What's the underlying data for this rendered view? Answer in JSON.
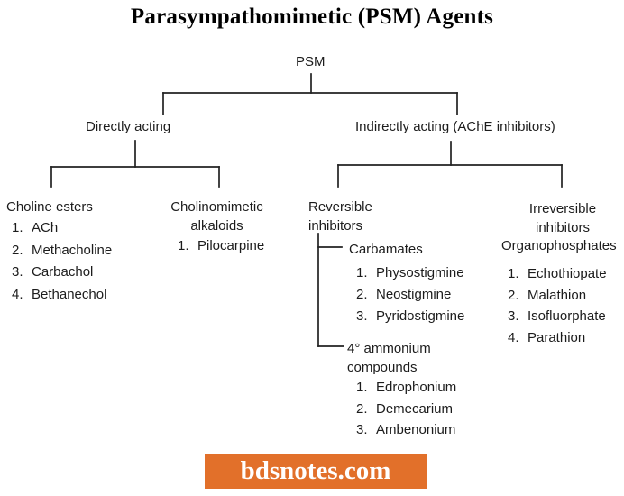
{
  "title": "Parasympathomimetic (PSM) Agents",
  "diagram": {
    "root": "PSM",
    "directly_acting": {
      "label": "Directly acting",
      "choline_esters": {
        "heading": "Choline esters",
        "items": [
          {
            "n": "1.",
            "name": "ACh"
          },
          {
            "n": "2.",
            "name": "Methacholine"
          },
          {
            "n": "3.",
            "name": "Carbachol"
          },
          {
            "n": "4.",
            "name": "Bethanechol"
          }
        ]
      },
      "cholinomimetic_alkaloids": {
        "heading": "Cholinomimetic alkaloids",
        "items": [
          {
            "n": "1.",
            "name": "Pilocarpine"
          }
        ]
      }
    },
    "indirectly_acting": {
      "label": "Indirectly acting (AChE inhibitors)",
      "reversible": {
        "heading": "Reversible inhibitors",
        "carbamates": {
          "heading": "Carbamates",
          "items": [
            {
              "n": "1.",
              "name": "Physostigmine"
            },
            {
              "n": "2.",
              "name": "Neostigmine"
            },
            {
              "n": "3.",
              "name": "Pyridostigmine"
            }
          ]
        },
        "ammonium": {
          "heading": "4° ammonium compounds",
          "items": [
            {
              "n": "1.",
              "name": "Edrophonium"
            },
            {
              "n": "2.",
              "name": "Demecarium"
            },
            {
              "n": "3.",
              "name": "Ambenonium"
            }
          ]
        }
      },
      "irreversible": {
        "heading": "Irreversible inhibitors",
        "subheading": "Organophosphates",
        "items": [
          {
            "n": "1.",
            "name": "Echothiopate"
          },
          {
            "n": "2.",
            "name": "Malathion"
          },
          {
            "n": "3.",
            "name": "Isofluorphate"
          },
          {
            "n": "4.",
            "name": "Parathion"
          }
        ]
      }
    }
  },
  "footer": {
    "brand": "bdsnotes.com",
    "background_color": "#E2702A",
    "text_color": "#FFFFFF"
  },
  "colors": {
    "line": "#222222",
    "text": "#1c1c1c"
  }
}
